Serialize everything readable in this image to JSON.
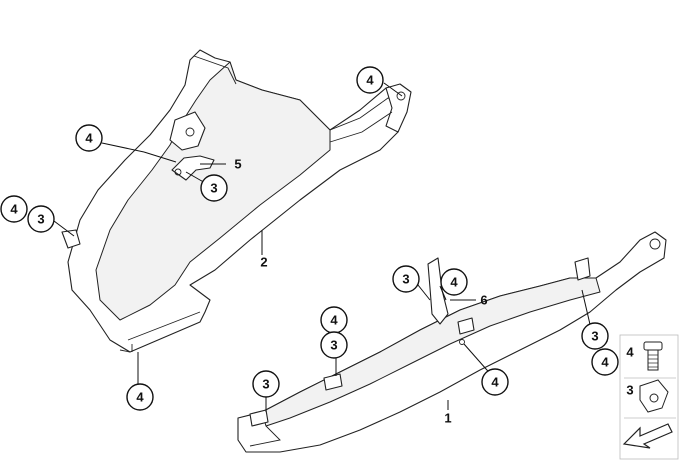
{
  "diagram": {
    "callouts": {
      "c01": "4",
      "c02": "4",
      "c03": "3",
      "c04": "4",
      "c05": "3",
      "c06": "4",
      "c07": "3",
      "c08": "4",
      "c09": "4",
      "c10": "3",
      "c11": "3",
      "c12": "4",
      "c13": "3",
      "c14": "4"
    },
    "part_labels": {
      "p1": "1",
      "p2": "2",
      "p5": "5",
      "p6": "6"
    },
    "legend": {
      "bolt": "4",
      "clip": "3"
    }
  }
}
